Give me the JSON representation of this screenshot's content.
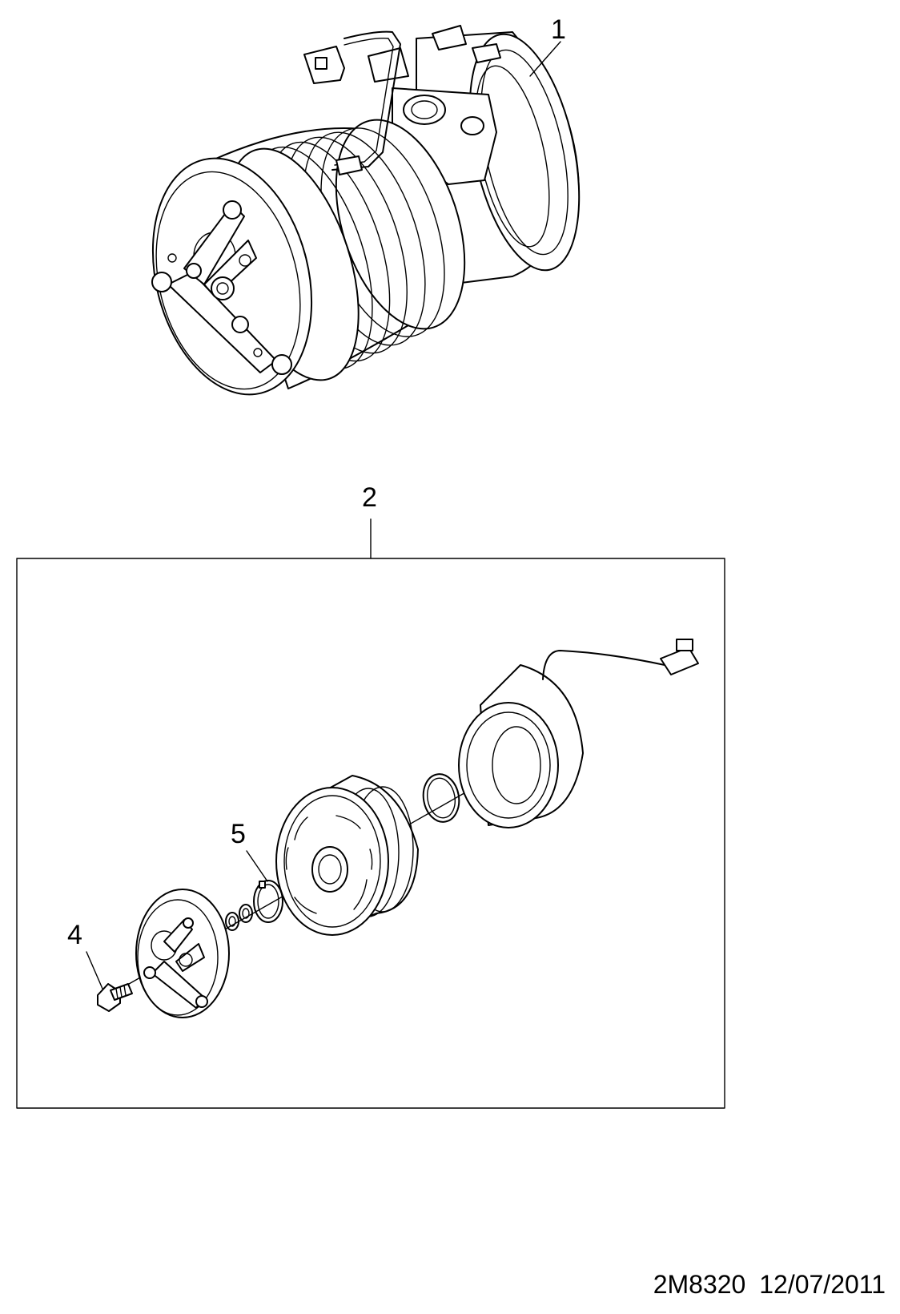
{
  "callouts": {
    "c1": "1",
    "c2": "2",
    "c4": "4",
    "c5": "5"
  },
  "footer": {
    "diagram_code": "2M8320",
    "date": "12/07/2011"
  },
  "colors": {
    "ink": "#000000",
    "paper": "#ffffff"
  }
}
